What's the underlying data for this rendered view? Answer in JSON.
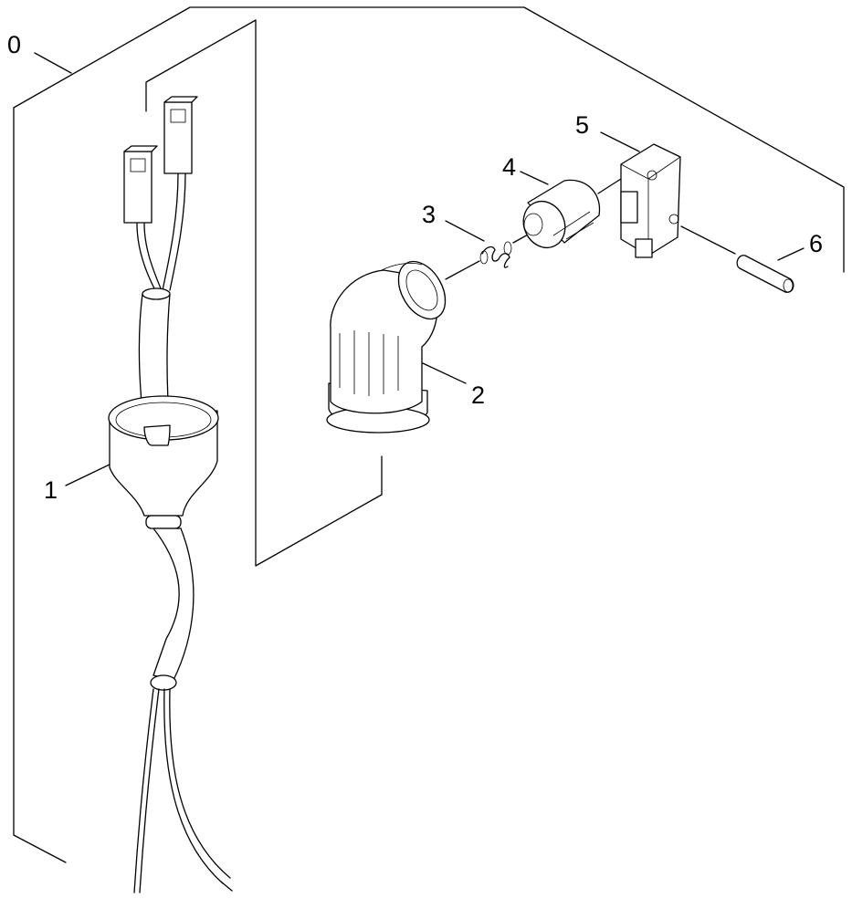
{
  "callouts": [
    {
      "id": "part-0",
      "label": "0"
    },
    {
      "id": "part-1",
      "label": "1"
    },
    {
      "id": "part-2",
      "label": "2"
    },
    {
      "id": "part-3",
      "label": "3"
    },
    {
      "id": "part-4",
      "label": "4"
    },
    {
      "id": "part-5",
      "label": "5"
    },
    {
      "id": "part-6",
      "label": "6"
    }
  ]
}
